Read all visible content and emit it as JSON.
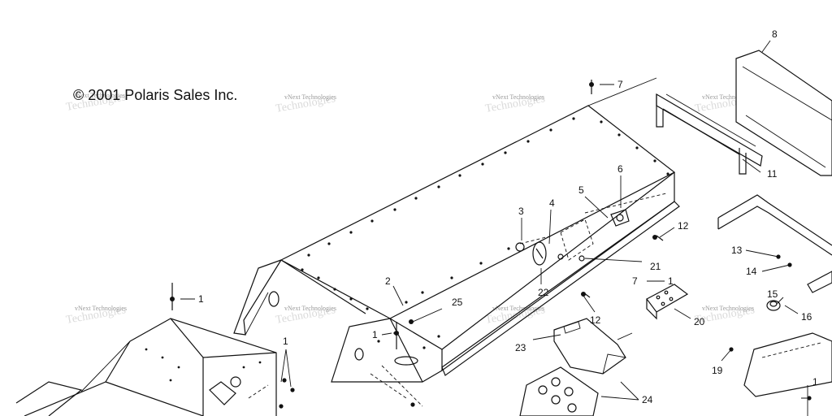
{
  "copyright": "© 2001 Polaris Sales Inc.",
  "watermark": "vNext Technologies",
  "callouts": [
    {
      "id": "c8",
      "label": "8"
    },
    {
      "id": "c7a",
      "label": "7"
    },
    {
      "id": "c11",
      "label": "11"
    },
    {
      "id": "c6",
      "label": "6"
    },
    {
      "id": "c5",
      "label": "5"
    },
    {
      "id": "c3",
      "label": "3"
    },
    {
      "id": "c4",
      "label": "4"
    },
    {
      "id": "c12a",
      "label": "12"
    },
    {
      "id": "c13",
      "label": "13"
    },
    {
      "id": "c14",
      "label": "14"
    },
    {
      "id": "c21",
      "label": "21"
    },
    {
      "id": "c7b",
      "label": "7"
    },
    {
      "id": "c1c",
      "label": "1"
    },
    {
      "id": "c15",
      "label": "15"
    },
    {
      "id": "c16",
      "label": "16"
    },
    {
      "id": "c22",
      "label": "22"
    },
    {
      "id": "c2",
      "label": "2"
    },
    {
      "id": "c25",
      "label": "25"
    },
    {
      "id": "c1a",
      "label": "1"
    },
    {
      "id": "c1b",
      "label": "1"
    },
    {
      "id": "c12b",
      "label": "12"
    },
    {
      "id": "c20",
      "label": "20"
    },
    {
      "id": "c23",
      "label": "23"
    },
    {
      "id": "c19",
      "label": "19"
    },
    {
      "id": "c1d",
      "label": "1"
    },
    {
      "id": "c24",
      "label": "24"
    },
    {
      "id": "c1e",
      "label": "1"
    }
  ]
}
